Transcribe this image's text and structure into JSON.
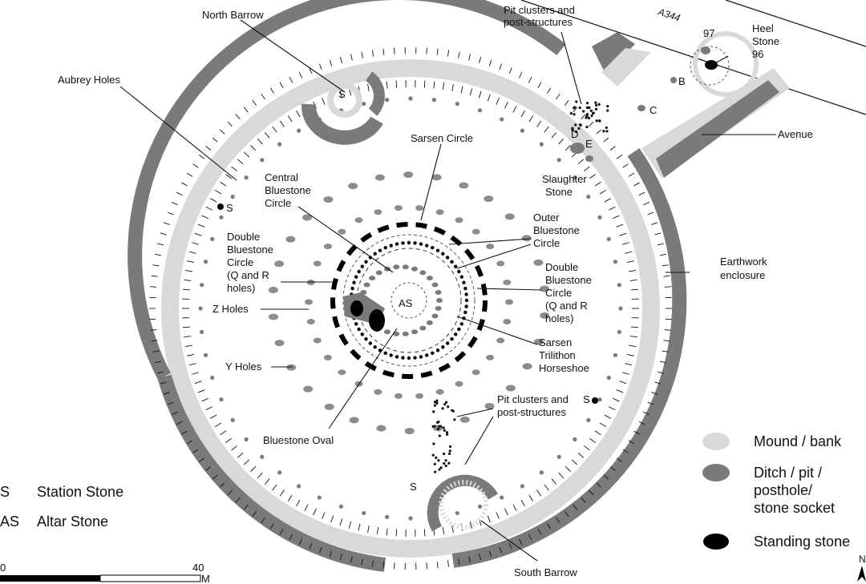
{
  "colors": {
    "mound": "#d9d9d9",
    "ditch": "#7a7a7a",
    "standing": "#000000",
    "pit": "#8c8c8c",
    "line": "#111111"
  },
  "labels": {
    "north_barrow": "North Barrow",
    "pit_clusters_top": [
      "Pit clusters and",
      "post-structures"
    ],
    "road": "A344",
    "stone_97": "97",
    "heel_stone": [
      "Heel",
      "Stone",
      "96"
    ],
    "aubrey_holes": "Aubrey Holes",
    "station_s": "S",
    "letter_b": "B",
    "letter_c": "C",
    "letter_d": "D",
    "letter_e": "E",
    "avenue": "Avenue",
    "sarsen_circle": "Sarsen Circle",
    "central_bluestone": [
      "Central",
      "Bluestone",
      "Circle"
    ],
    "slaughter_stone": [
      "Slaughter",
      "Stone"
    ],
    "outer_bluestone": [
      "Outer",
      "Bluestone",
      "Circle"
    ],
    "double_bluestone_left": [
      "Double",
      "Bluestone",
      "Circle",
      "(Q and R",
      "holes)"
    ],
    "double_bluestone_right": [
      "Double",
      "Bluestone",
      "Circle",
      "(Q and R",
      "holes)"
    ],
    "earthwork": [
      "Earthwork",
      "enclosure"
    ],
    "z_holes": "Z Holes",
    "altar_abbr": "AS",
    "sarsen_trilithon": [
      "Sarsen",
      "Trilithon",
      "Horseshoe"
    ],
    "y_holes": "Y Holes",
    "pit_clusters_bottom": [
      "Pit clusters and",
      "post-structures"
    ],
    "bluestone_oval": "Bluestone Oval",
    "south_barrow": "South Barrow"
  },
  "legend": {
    "abbrev": [
      {
        "key": "S",
        "text": "Station Stone"
      },
      {
        "key": "AS",
        "text": "Altar Stone"
      }
    ],
    "features": [
      {
        "swatch": "mound",
        "lines": [
          "Mound / bank"
        ]
      },
      {
        "swatch": "ditch",
        "lines": [
          "Ditch / pit /",
          "posthole/",
          "stone socket"
        ]
      },
      {
        "swatch": "standing",
        "lines": [
          "Standing stone"
        ]
      }
    ]
  },
  "scale": {
    "start": "0",
    "end": "40",
    "unit": "M"
  },
  "north_arrow": "N"
}
